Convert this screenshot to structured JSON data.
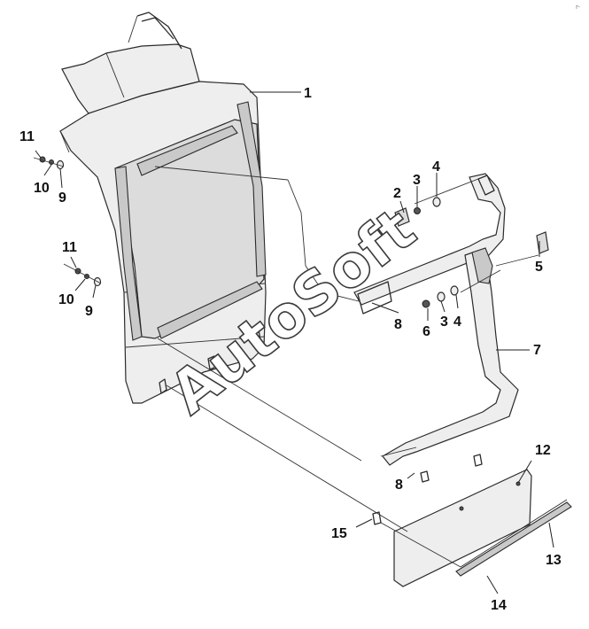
{
  "watermark": "AutoSoft",
  "corner_mark": "r-",
  "callouts": [
    "1",
    "2",
    "3",
    "4",
    "5",
    "6",
    "3",
    "4",
    "7",
    "8",
    "8",
    "9",
    "10",
    "11",
    "9",
    "10",
    "11",
    "12",
    "13",
    "14",
    "15"
  ]
}
